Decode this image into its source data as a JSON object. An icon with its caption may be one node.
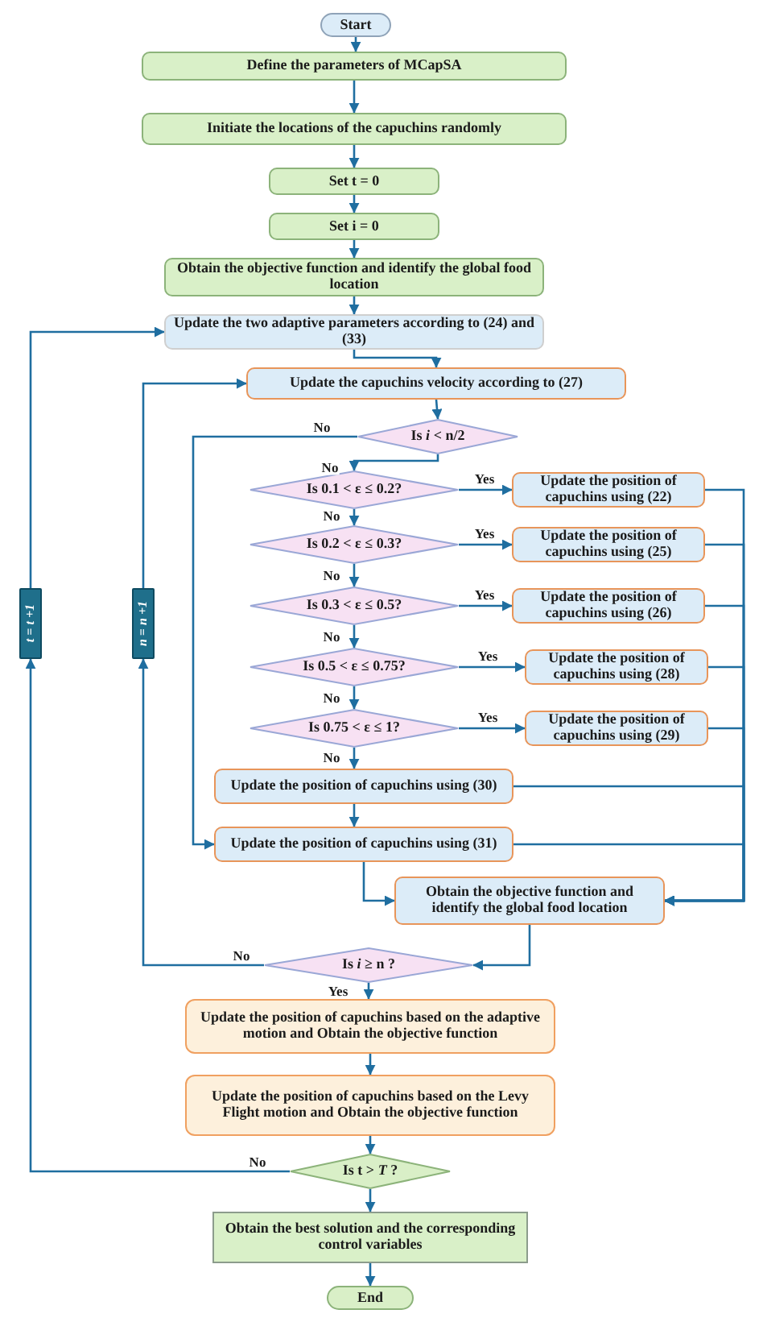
{
  "diagram": {
    "nodes": [
      {
        "text": [
          "Start"
        ]
      },
      {
        "text": [
          "Define the parameters of MCapSA"
        ]
      },
      {
        "text": [
          "Initiate the locations of the capuchins randomly"
        ]
      },
      {
        "text": [
          "Set t = 0"
        ]
      },
      {
        "text": [
          "Set i = 0"
        ]
      },
      {
        "text": [
          "Obtain the objective function and identify the global food location"
        ]
      },
      {
        "text": [
          "Update the two adaptive parameters according to (24) and (33)"
        ]
      },
      {
        "text": [
          "Update the capuchins velocity according to (27)"
        ]
      },
      {
        "text": [
          "Is *i* <  n/2"
        ]
      },
      {
        "text": [
          "Is 0.1 < ε ≤ 0.2?"
        ]
      },
      {
        "text": [
          "Update the position of capuchins using (22)"
        ]
      },
      {
        "text": [
          "Is 0.2 < ε ≤ 0.3?"
        ]
      },
      {
        "text": [
          "Update the position of capuchins using (25)"
        ]
      },
      {
        "text": [
          "Is 0.3 < ε ≤ 0.5?"
        ]
      },
      {
        "text": [
          "Update the position of capuchins using (26)"
        ]
      },
      {
        "text": [
          "t = t +1"
        ]
      },
      {
        "text": [
          "n = n +1"
        ]
      },
      {
        "text": [
          "Is 0.5 < ε ≤ 0.75?"
        ]
      },
      {
        "text": [
          "Update the position of capuchins using (28)"
        ]
      },
      {
        "text": [
          "Is 0.75 < ε ≤ 1?"
        ]
      },
      {
        "text": [
          "Update the position of capuchins using (29)"
        ]
      },
      {
        "text": [
          "Update the position of capuchins using (30)"
        ]
      },
      {
        "text": [
          "Update the position of capuchins using (31)"
        ]
      },
      {
        "text": [
          "Obtain the objective function and identify the global food location"
        ]
      },
      {
        "text": [
          "Is  *i* ≥ n ?"
        ]
      },
      {
        "text": [
          "Update the position of capuchins based on the adaptive motion and Obtain the objective function"
        ]
      },
      {
        "text": [
          "Update the position of capuchins based on the Levy Flight motion and Obtain the objective function"
        ]
      },
      {
        "text": [
          "Is t > *T* ?"
        ]
      },
      {
        "text": [
          "Obtain the best solution and the corresponding control variables"
        ]
      },
      {
        "text": [
          "End"
        ]
      }
    ],
    "edges": [
      {
        "from": 0,
        "to": 1,
        "arrow": "to"
      },
      {
        "from": 1,
        "to": 2,
        "arrow": "to"
      },
      {
        "from": 2,
        "to": 3,
        "arrow": "to"
      },
      {
        "from": 3,
        "to": 4,
        "arrow": "to"
      },
      {
        "from": 4,
        "to": 5,
        "arrow": "to"
      },
      {
        "from": 5,
        "to": 6,
        "arrow": "to"
      },
      {
        "from": 6,
        "to": 7,
        "arrow": "to"
      },
      {
        "from": 7,
        "to": 8,
        "arrow": "to"
      },
      {
        "from": 8,
        "to": 22,
        "arrow": "to",
        "label": "No"
      },
      {
        "from": 8,
        "to": 9,
        "arrow": "to",
        "label": "No"
      },
      {
        "from": 9,
        "to": 10,
        "arrow": "to",
        "label": "Yes"
      },
      {
        "from": 9,
        "to": 11,
        "arrow": "to",
        "label": "No"
      },
      {
        "from": 11,
        "to": 12,
        "arrow": "to",
        "label": "Yes"
      },
      {
        "from": 11,
        "to": 13,
        "arrow": "to",
        "label": "No"
      },
      {
        "from": 13,
        "to": 14,
        "arrow": "to",
        "label": "Yes"
      },
      {
        "from": 13,
        "to": 17,
        "arrow": "to",
        "label": "No"
      },
      {
        "from": 17,
        "to": 18,
        "arrow": "to",
        "label": "Yes"
      },
      {
        "from": 17,
        "to": 19,
        "arrow": "to",
        "label": "No"
      },
      {
        "from": 19,
        "to": 20,
        "arrow": "to",
        "label": "Yes"
      },
      {
        "from": 19,
        "to": 21,
        "arrow": "to",
        "label": "No"
      },
      {
        "from": 21,
        "to": 22,
        "arrow": "to"
      },
      {
        "from": 22,
        "to": 23,
        "arrow": "to"
      },
      {
        "from": 10,
        "to": 23,
        "arrow": "to"
      },
      {
        "from": 12,
        "to": 23,
        "arrow": "to"
      },
      {
        "from": 14,
        "to": 23,
        "arrow": "to"
      },
      {
        "from": 18,
        "to": 23,
        "arrow": "to"
      },
      {
        "from": 20,
        "to": 23,
        "arrow": "to"
      },
      {
        "from": 21,
        "to": 23,
        "arrow": "to"
      },
      {
        "from": 22,
        "to": 23,
        "arrow": "to"
      },
      {
        "from": 23,
        "to": 24,
        "arrow": "to"
      },
      {
        "from": 24,
        "to": 16,
        "arrow": "to",
        "label": "No"
      },
      {
        "from": 16,
        "to": 7,
        "arrow": "to"
      },
      {
        "from": 24,
        "to": 25,
        "arrow": "to",
        "label": "Yes"
      },
      {
        "from": 25,
        "to": 26,
        "arrow": "to"
      },
      {
        "from": 26,
        "to": 27,
        "arrow": "to"
      },
      {
        "from": 27,
        "to": 15,
        "arrow": "to",
        "label": "No"
      },
      {
        "from": 15,
        "to": 6,
        "arrow": "to"
      },
      {
        "from": 27,
        "to": 28,
        "arrow": "to"
      },
      {
        "from": 28,
        "to": 29,
        "arrow": "to"
      }
    ]
  }
}
